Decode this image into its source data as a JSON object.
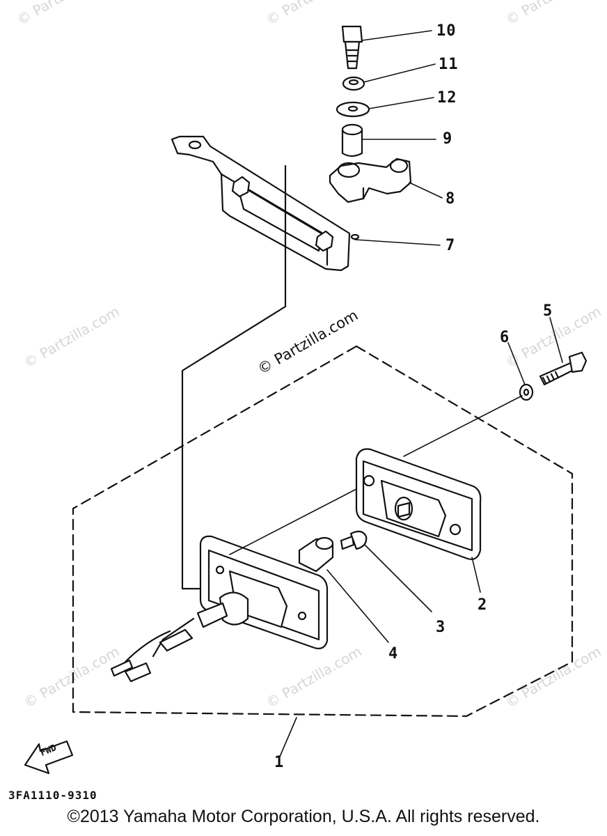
{
  "watermark": {
    "text": "© Partzilla.com",
    "main_text": "© Partzilla.com"
  },
  "callouts": [
    {
      "id": "10",
      "label": "10"
    },
    {
      "id": "11",
      "label": "11"
    },
    {
      "id": "12",
      "label": "12"
    },
    {
      "id": "9",
      "label": "9"
    },
    {
      "id": "8",
      "label": "8"
    },
    {
      "id": "7",
      "label": "7"
    },
    {
      "id": "5",
      "label": "5"
    },
    {
      "id": "6",
      "label": "6"
    },
    {
      "id": "2",
      "label": "2"
    },
    {
      "id": "3",
      "label": "3"
    },
    {
      "id": "4",
      "label": "4"
    },
    {
      "id": "1",
      "label": "1"
    }
  ],
  "direction_arrow": {
    "label": "FWD"
  },
  "diagram_code": "3FA1110-9310",
  "copyright": "©2013 Yamaha Motor Corporation, U.S.A. All rights reserved."
}
